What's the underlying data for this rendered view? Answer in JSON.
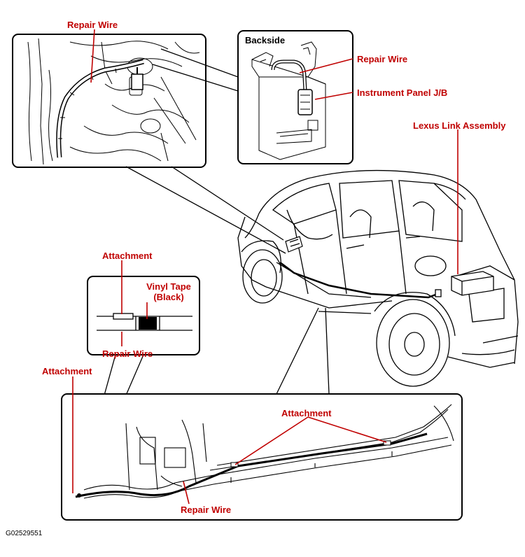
{
  "labels": {
    "repair_wire_top": "Repair Wire",
    "backside": "Backside",
    "repair_wire_backside": "Repair Wire",
    "instrument_panel_jb": "Instrument Panel J/B",
    "lexus_link_assembly": "Lexus Link Assembly",
    "attachment_detail": "Attachment",
    "vinyl_tape": "Vinyl Tape",
    "vinyl_tape_color": "(Black)",
    "repair_wire_detail": "Repair Wire",
    "attachment_left": "Attachment",
    "attachment_bottom": "Attachment",
    "repair_wire_bottom": "Repair Wire"
  },
  "figure_id": "G02529551",
  "colors": {
    "callout": "#c00000",
    "line": "#000000"
  }
}
